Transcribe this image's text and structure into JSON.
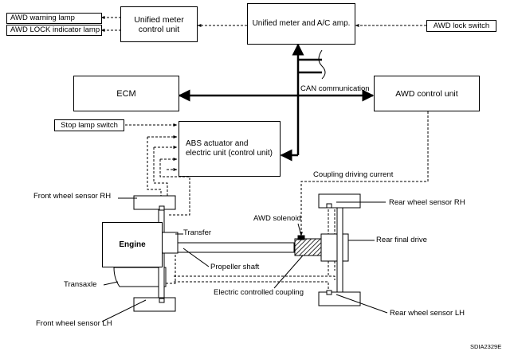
{
  "boxes": {
    "awd_warning_lamp": "AWD warning lamp",
    "awd_lock_indicator_lamp": "AWD LOCK indicator lamp",
    "unified_meter_control_unit": "Unified meter\ncontrol unit",
    "unified_meter_ac_amp": "Unified meter and A/C amp.",
    "awd_lock_switch": "AWD lock switch",
    "ecm": "ECM",
    "awd_control_unit": "AWD control unit",
    "stop_lamp_switch": "Stop lamp switch",
    "abs_actuator": "ABS actuator and\nelectric unit (control unit)",
    "engine": "Engine"
  },
  "labels": {
    "can_communication": "CAN communication",
    "coupling_driving_current": "Coupling driving current",
    "front_wheel_sensor_rh": "Front wheel sensor RH",
    "front_wheel_sensor_lh": "Front wheel sensor LH",
    "rear_wheel_sensor_rh": "Rear wheel sensor RH",
    "rear_wheel_sensor_lh": "Rear wheel sensor LH",
    "awd_solenoid": "AWD solenoid",
    "transfer": "Transfer",
    "propeller_shaft": "Propeller shaft",
    "transaxle": "Transaxle",
    "electric_controlled_coupling": "Electric controlled coupling",
    "rear_final_drive": "Rear final drive",
    "figure_code": "SDIA2329E"
  }
}
